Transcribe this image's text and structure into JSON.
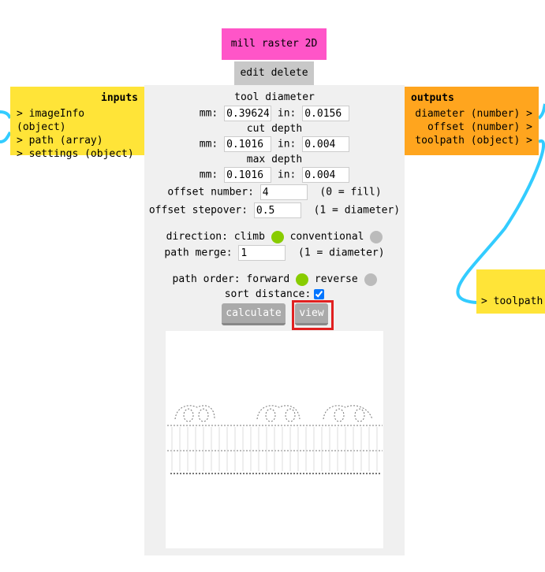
{
  "module": {
    "title": "mill raster 2D",
    "edit": "edit",
    "delete": "delete"
  },
  "inputs": {
    "title": "inputs",
    "items": [
      "> imageInfo (object)",
      "> path (array)",
      "> settings (object)"
    ]
  },
  "outputs": {
    "title": "outputs",
    "items": [
      "diameter (number) >",
      "offset (number) >",
      "toolpath (object) >"
    ]
  },
  "target": {
    "label": "> toolpath"
  },
  "form": {
    "tool_diameter": {
      "label": "tool diameter",
      "mm_label": "mm:",
      "mm": "0.39624",
      "in_label": "in:",
      "in": "0.0156"
    },
    "cut_depth": {
      "label": "cut depth",
      "mm_label": "mm:",
      "mm": "0.1016",
      "in_label": "in:",
      "in": "0.004"
    },
    "max_depth": {
      "label": "max depth",
      "mm_label": "mm:",
      "mm": "0.1016",
      "in_label": "in:",
      "in": "0.004"
    },
    "offset_number": {
      "label": "offset number:",
      "value": "4",
      "hint": "(0 = fill)"
    },
    "offset_stepover": {
      "label": "offset stepover:",
      "value": "0.5",
      "hint": "(1 = diameter)"
    },
    "direction": {
      "label": "direction: climb",
      "alt": "conventional",
      "selected": "climb"
    },
    "path_merge": {
      "label": "path merge:",
      "value": "1",
      "hint": "(1 = diameter)"
    },
    "path_order": {
      "label": "path order: forward",
      "alt": "reverse",
      "selected": "forward"
    },
    "sort_distance": {
      "label": "sort distance:",
      "checked": true
    },
    "calculate": "calculate",
    "view": "view"
  },
  "colors": {
    "selected": "#88cc00",
    "unselected": "#bbbbbb",
    "wire": "#33ccff",
    "highlight": "#e02020"
  }
}
